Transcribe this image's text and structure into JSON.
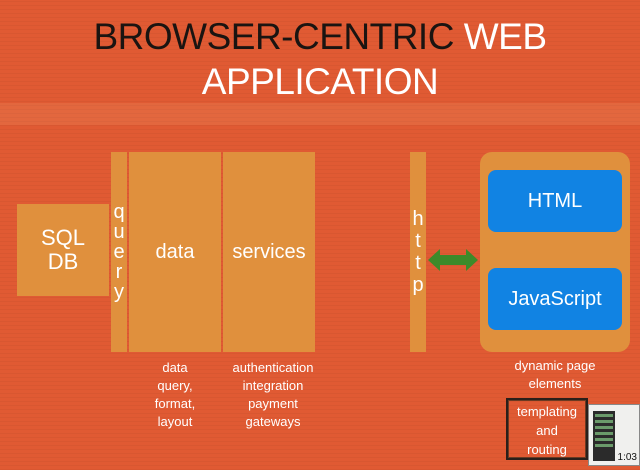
{
  "title": {
    "dark_part": "BROWSER-CENTRIC",
    "white_part": " WEB",
    "line2": "APPLICATION"
  },
  "server": {
    "sql": "SQL",
    "db": "DB",
    "query_letters": [
      "q",
      "u",
      "e",
      "r",
      "y"
    ],
    "data_label": "data",
    "services_label": "services"
  },
  "protocol": {
    "http_letters": [
      "h",
      "t",
      "t",
      "p"
    ]
  },
  "client": {
    "html_label": "HTML",
    "js_label": "JavaScript"
  },
  "captions": {
    "data": [
      "data",
      "query,",
      "format,",
      "layout"
    ],
    "services": [
      "authentication",
      "integration",
      "payment",
      "gateways"
    ],
    "client": [
      "dynamic page",
      "elements"
    ],
    "templating": [
      "templating",
      "and",
      "routing"
    ]
  },
  "video": {
    "timestamp": "1:03"
  },
  "colors": {
    "background": "#e05a33",
    "box": "#e0903d",
    "blue": "#1183e3",
    "arrow": "#3d8a2a"
  }
}
